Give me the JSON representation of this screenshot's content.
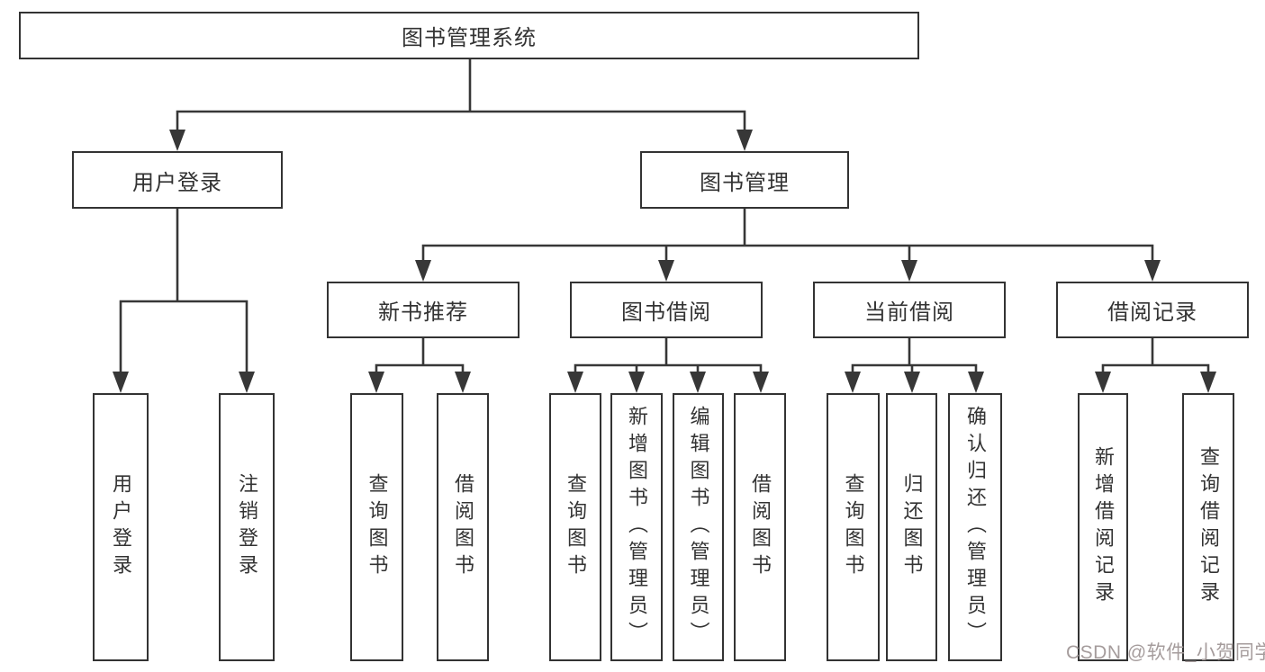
{
  "diagram": {
    "root": {
      "label": "图书管理系统"
    },
    "level1": {
      "user_login": {
        "label": "用户登录"
      },
      "book_management": {
        "label": "图书管理"
      }
    },
    "level2": {
      "new_book_recommend": {
        "label": "新书推荐"
      },
      "book_borrow": {
        "label": "图书借阅"
      },
      "current_borrow": {
        "label": "当前借阅"
      },
      "borrow_records": {
        "label": "借阅记录"
      }
    },
    "leaves": {
      "user_login": {
        "label": "用户登录"
      },
      "logout": {
        "label": "注销登录"
      },
      "nb_query": {
        "label": "查询图书"
      },
      "nb_borrow": {
        "label": "借阅图书"
      },
      "bb_query": {
        "label": "查询图书"
      },
      "bb_add": {
        "label": "新增图书（管理员）"
      },
      "bb_edit": {
        "label": "编辑图书（管理员）"
      },
      "bb_borrow": {
        "label": "借阅图书"
      },
      "cb_query": {
        "label": "查询图书"
      },
      "cb_return": {
        "label": "归还图书"
      },
      "cb_confirm": {
        "label": "确认归还（管理员）"
      },
      "br_add": {
        "label": "新增借阅记录"
      },
      "br_query": {
        "label": "查询借阅记录"
      }
    }
  },
  "watermark": {
    "text": "CSDN @软件_小贺同学"
  },
  "colors": {
    "line": "#373737",
    "box_border": "#333333",
    "text": "#333333",
    "watermark": "#a59c9c",
    "background": "#ffffff"
  }
}
